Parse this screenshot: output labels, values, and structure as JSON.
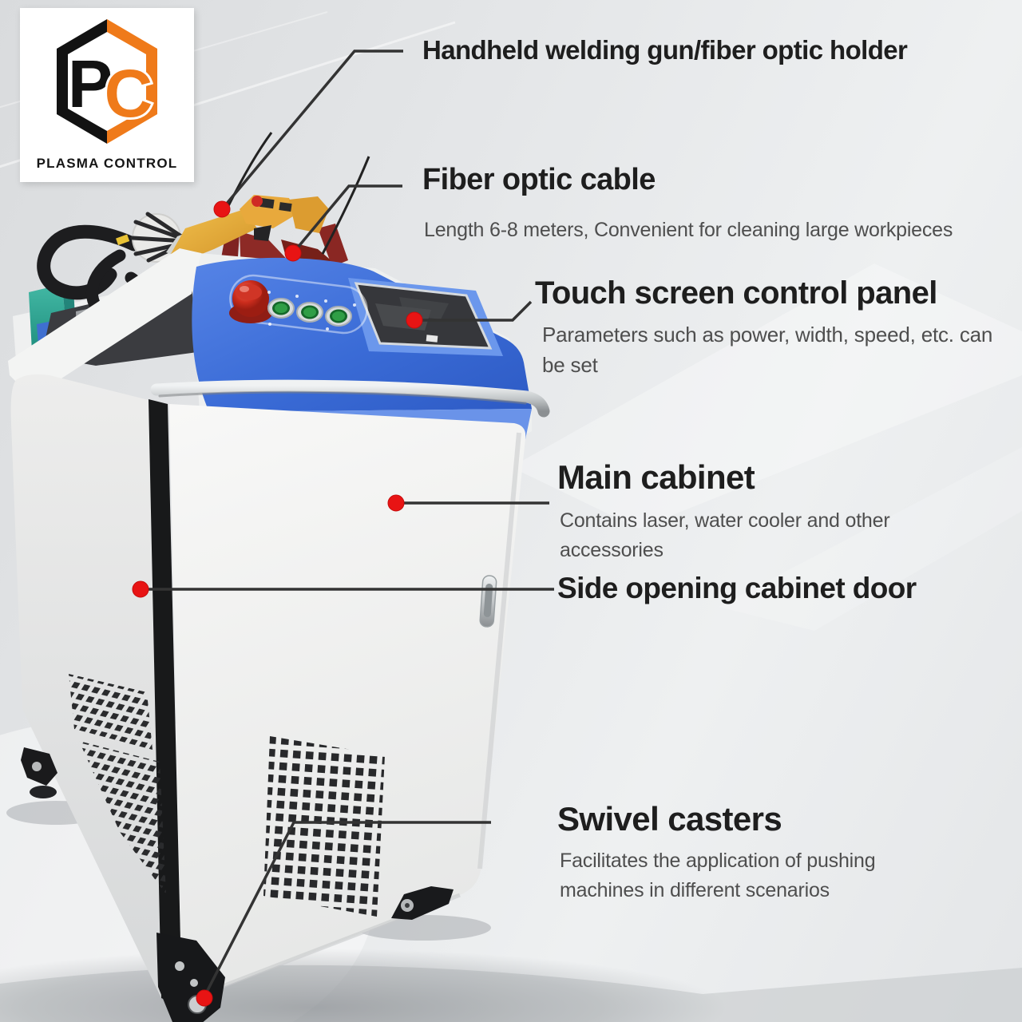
{
  "logo": {
    "monogram_left": "P",
    "monogram_right": "C",
    "caption": "PLASMA CONTROL"
  },
  "callouts": [
    {
      "id": "handheld-gun",
      "title": "Handheld welding gun/fiber optic holder",
      "description": ""
    },
    {
      "id": "fiber-cable",
      "title": "Fiber optic cable",
      "description": "Length 6-8 meters, Convenient for cleaning large workpieces"
    },
    {
      "id": "touch-panel",
      "title": "Touch screen control panel",
      "description": "Parameters such as power, width, speed, etc. can be set"
    },
    {
      "id": "main-cabinet",
      "title": "Main cabinet",
      "description": "Contains laser, water cooler and other accessories"
    },
    {
      "id": "cabinet-door",
      "title": "Side opening cabinet door",
      "description": ""
    },
    {
      "id": "swivel-casters",
      "title": "Swivel casters",
      "description": "Facilitates the application of pushing machines in different scenarios"
    }
  ],
  "colors": {
    "accent_red": "#e81414",
    "callout_line": "#333333",
    "machine_blue": "#3e6ed6",
    "logo_orange": "#ef7a1a",
    "heading_text": "#1e1e1e",
    "body_text": "#4e4e4e"
  }
}
